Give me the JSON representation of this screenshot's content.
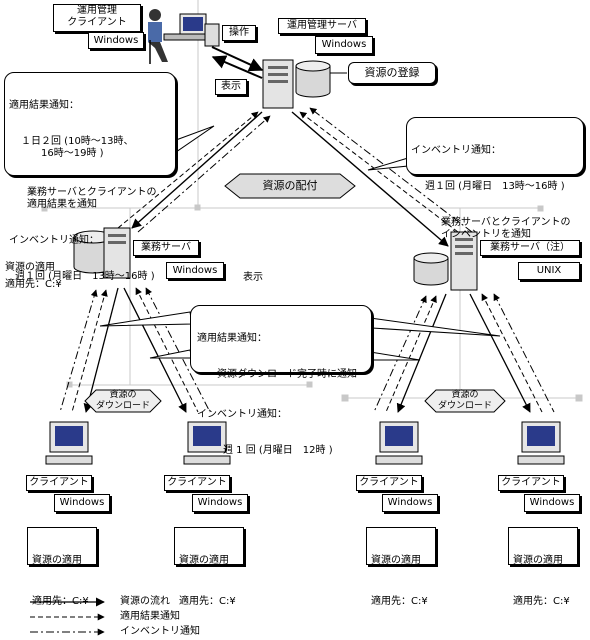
{
  "operator": {
    "client_label": "運用管理\nクライアント",
    "os": "Windows",
    "operate": "操作",
    "display": "表示"
  },
  "mgmt_server": {
    "label": "運用管理サーバ",
    "os": "Windows",
    "register": "資源の登録"
  },
  "left_note": {
    "result_title": "適用結果通知：",
    "result_schedule": "１日２回 (10時～13時、\n　　16時～19時 )",
    "result_desc": "業務サーバとクライアントの\n適用結果を通知",
    "inv_title": "インベントリ通知：",
    "inv_schedule": "週１回 (月曜日　13時～16時 )"
  },
  "right_note": {
    "inv_title": "インベントリ通知：",
    "inv_schedule": "週１回 (月曜日　13時～16時 )",
    "inv_desc": "業務サーバとクライアントの\nインベントリを通知"
  },
  "distribution": "資源の配付",
  "server_left": {
    "label": "業務サーバ",
    "os": "Windows",
    "apply": "資源の適用",
    "dest": "適用先：C:¥"
  },
  "server_right": {
    "label": "業務サーバ（注）",
    "os": "UNIX"
  },
  "stray_display": "表示",
  "middle_note": {
    "result_title": "適用結果通知：",
    "result_desc": "資源ダウンロード完了時に通知",
    "inv_title": "インベントリ通知：",
    "inv_schedule": "週 1 回 (月曜日　12時 )"
  },
  "download_label": "資源の\nダウンロード",
  "clients": [
    {
      "label": "クライアント",
      "os": "Windows",
      "apply": "資源の適用",
      "dest": "適用先：C:¥"
    },
    {
      "label": "クライアント",
      "os": "Windows",
      "apply": "資源の適用",
      "dest": "適用先：C:¥"
    },
    {
      "label": "クライアント",
      "os": "Windows",
      "apply": "資源の適用",
      "dest": "適用先：C:¥"
    },
    {
      "label": "クライアント",
      "os": "Windows",
      "apply": "資源の適用",
      "dest": "適用先：C:¥"
    }
  ],
  "legend": {
    "flow": "資源の流れ",
    "result": "適用結果通知",
    "inventory": "インベントリ通知"
  },
  "colors": {
    "line": "#000000",
    "panel": "#dddddd",
    "grid": "#c8c8c8"
  }
}
